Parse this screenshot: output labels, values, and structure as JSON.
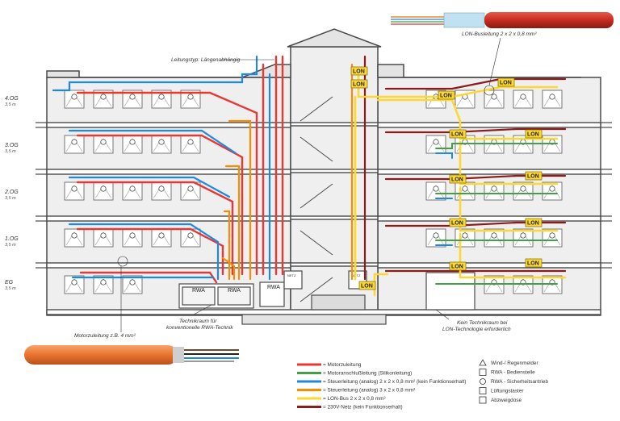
{
  "labels": {
    "leitungstyp": "Leitungstyp: Längenabhängig",
    "lon_cable": "LON-Busleitung 2 x 2 x 0,8 mm²",
    "technikraum": "Technikraum für",
    "technikraum2": "konventionelle RWA-Technik",
    "kein_technikraum": "Kein Technikraum bei",
    "kein_technikraum2": "LON-Technologie erforderlich",
    "motor_cable": "Motorzuleitung z.B. 4 mm²",
    "rwa": "RWA",
    "netz": "NETZ",
    "lon": "LON"
  },
  "floors": [
    {
      "name": "4.OG",
      "height": "3,5 m"
    },
    {
      "name": "3.OG",
      "height": "3,5 m"
    },
    {
      "name": "2.OG",
      "height": "3,5 m"
    },
    {
      "name": "1.OG",
      "height": "3,5 m"
    },
    {
      "name": "EG",
      "height": "3,5 m"
    }
  ],
  "legend_lines": [
    {
      "label": "= Motorzuleitung",
      "color": "#e53935"
    },
    {
      "label": "= Motoranschlußleitung (Silikonleitung)",
      "color": "#43a047"
    },
    {
      "label": "= Steuerleitung (analog) 2 x 2 x 0,8 mm² (kein Funktionserhalt)",
      "color": "#1e88e5"
    },
    {
      "label": "= Steuerleitung (analog) 3 x 2 x 0,8 mm²",
      "color": "#fb8c00"
    },
    {
      "label": "= LON-Bus 2 x 2 x 0,8 mm²",
      "color": "#fdd835"
    },
    {
      "label": "= 230V-Netz (kein Funktionserhalt)",
      "color": "#8e1b1b"
    }
  ],
  "legend_symbols": [
    {
      "label": "Wind-/ Regenmelder",
      "symbol": "wind-sensor-icon"
    },
    {
      "label": "RWA - Bedienstelle",
      "symbol": "control-point-icon"
    },
    {
      "label": "RWA - Sicherheitsantrieb",
      "symbol": "motor-icon"
    },
    {
      "label": "Lüftungstaster",
      "symbol": "vent-button-icon"
    },
    {
      "label": "Abzweigdose",
      "symbol": "junction-box-icon"
    }
  ],
  "colors": {
    "motor": "#e53935",
    "silicone": "#43a047",
    "control2": "#1e88e5",
    "control3": "#fb8c00",
    "lonbus": "#fdd835",
    "mains": "#8e1b1b",
    "wall": "#4a4a4a",
    "fill": "#efefef"
  }
}
